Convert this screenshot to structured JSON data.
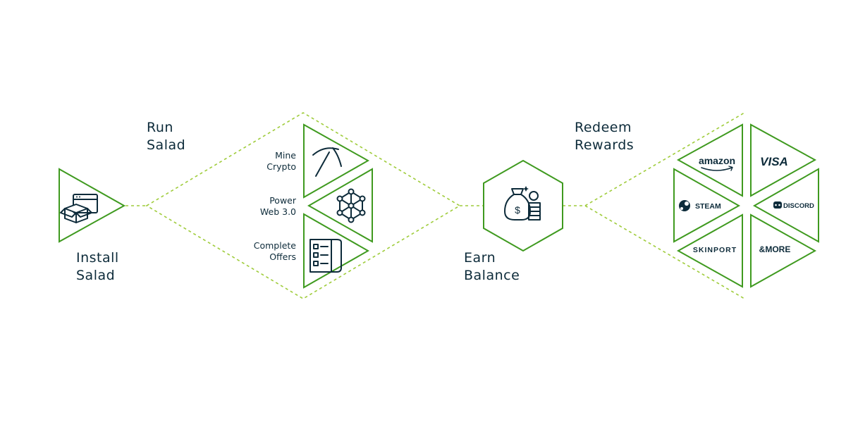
{
  "steps": {
    "install": {
      "line1": "Install",
      "line2": "Salad"
    },
    "run": {
      "line1": "Run",
      "line2": "Salad"
    },
    "earn": {
      "line1": "Earn",
      "line2": "Balance"
    },
    "redeem": {
      "line1": "Redeem",
      "line2": "Rewards"
    }
  },
  "activities": [
    {
      "line1": "Mine",
      "line2": "Crypto",
      "icon": "pickaxe-icon"
    },
    {
      "line1": "Power",
      "line2": "Web 3.0",
      "icon": "network-icon"
    },
    {
      "line1": "Complete",
      "line2": "Offers",
      "icon": "checklist-icon"
    }
  ],
  "rewards": {
    "amazon": "amazon",
    "visa": "VISA",
    "steam": "STEAM",
    "discord": "DISCORD",
    "skinport": "SKINPORT",
    "more": "&MORE"
  },
  "colors": {
    "triangle_stroke": "#3f9a1f",
    "dashed_line": "#9fcc3b",
    "text": "#0d2b3a"
  }
}
